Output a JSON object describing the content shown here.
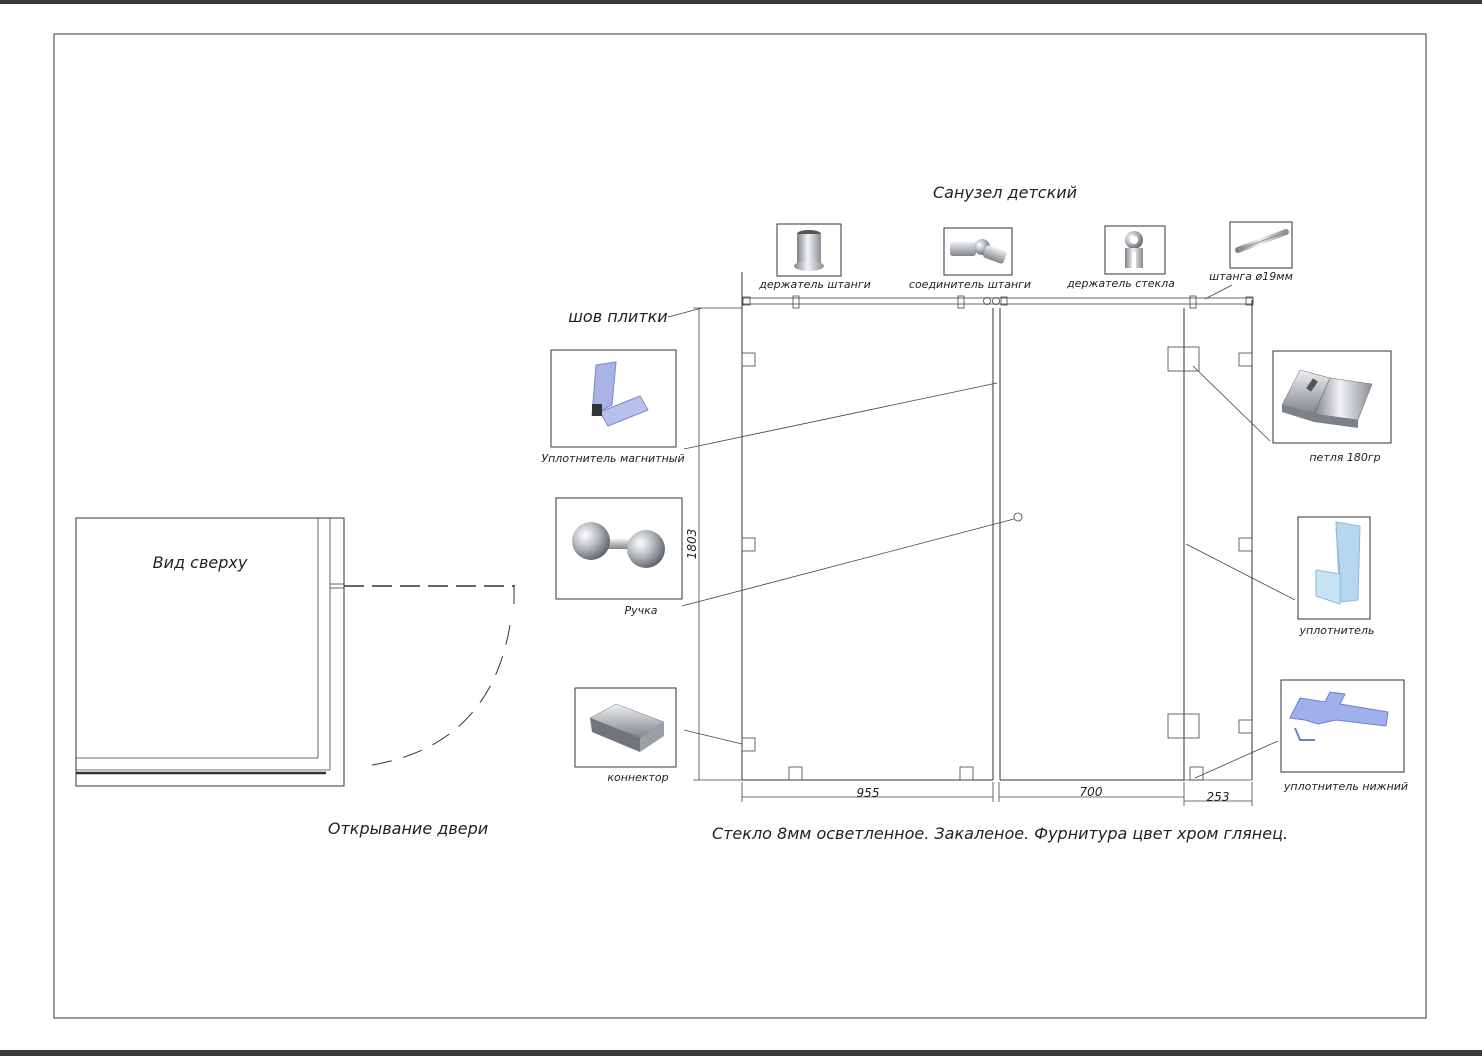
{
  "title": "Санузел детский",
  "top_view": {
    "label": "Вид сверху",
    "caption": "Открывание двери"
  },
  "tile_seam_label": "шов плитки",
  "dimensions": {
    "height": "1803",
    "door_width": "955",
    "fixed_panel_width": "700",
    "return_width": "253"
  },
  "components": {
    "rod_holder": "держатель штанги",
    "rod_connector": "соединитель штанги",
    "glass_holder": "держатель стекла",
    "rod": "штанга ø19мм",
    "magnetic_seal": "Уплотнитель магнитный",
    "handle": "Ручка",
    "connector": "коннектор",
    "hinge": "петля 180гр",
    "seal": "уплотнитель",
    "bottom_seal": "уплотнитель нижний"
  },
  "note": "Стекло 8мм осветленное. Закаленое. Фурнитура цвет хром глянец.",
  "colors": {
    "line": "#333333",
    "chrome": "#b8bcc2",
    "seal_blue": "#9aa6e0"
  }
}
